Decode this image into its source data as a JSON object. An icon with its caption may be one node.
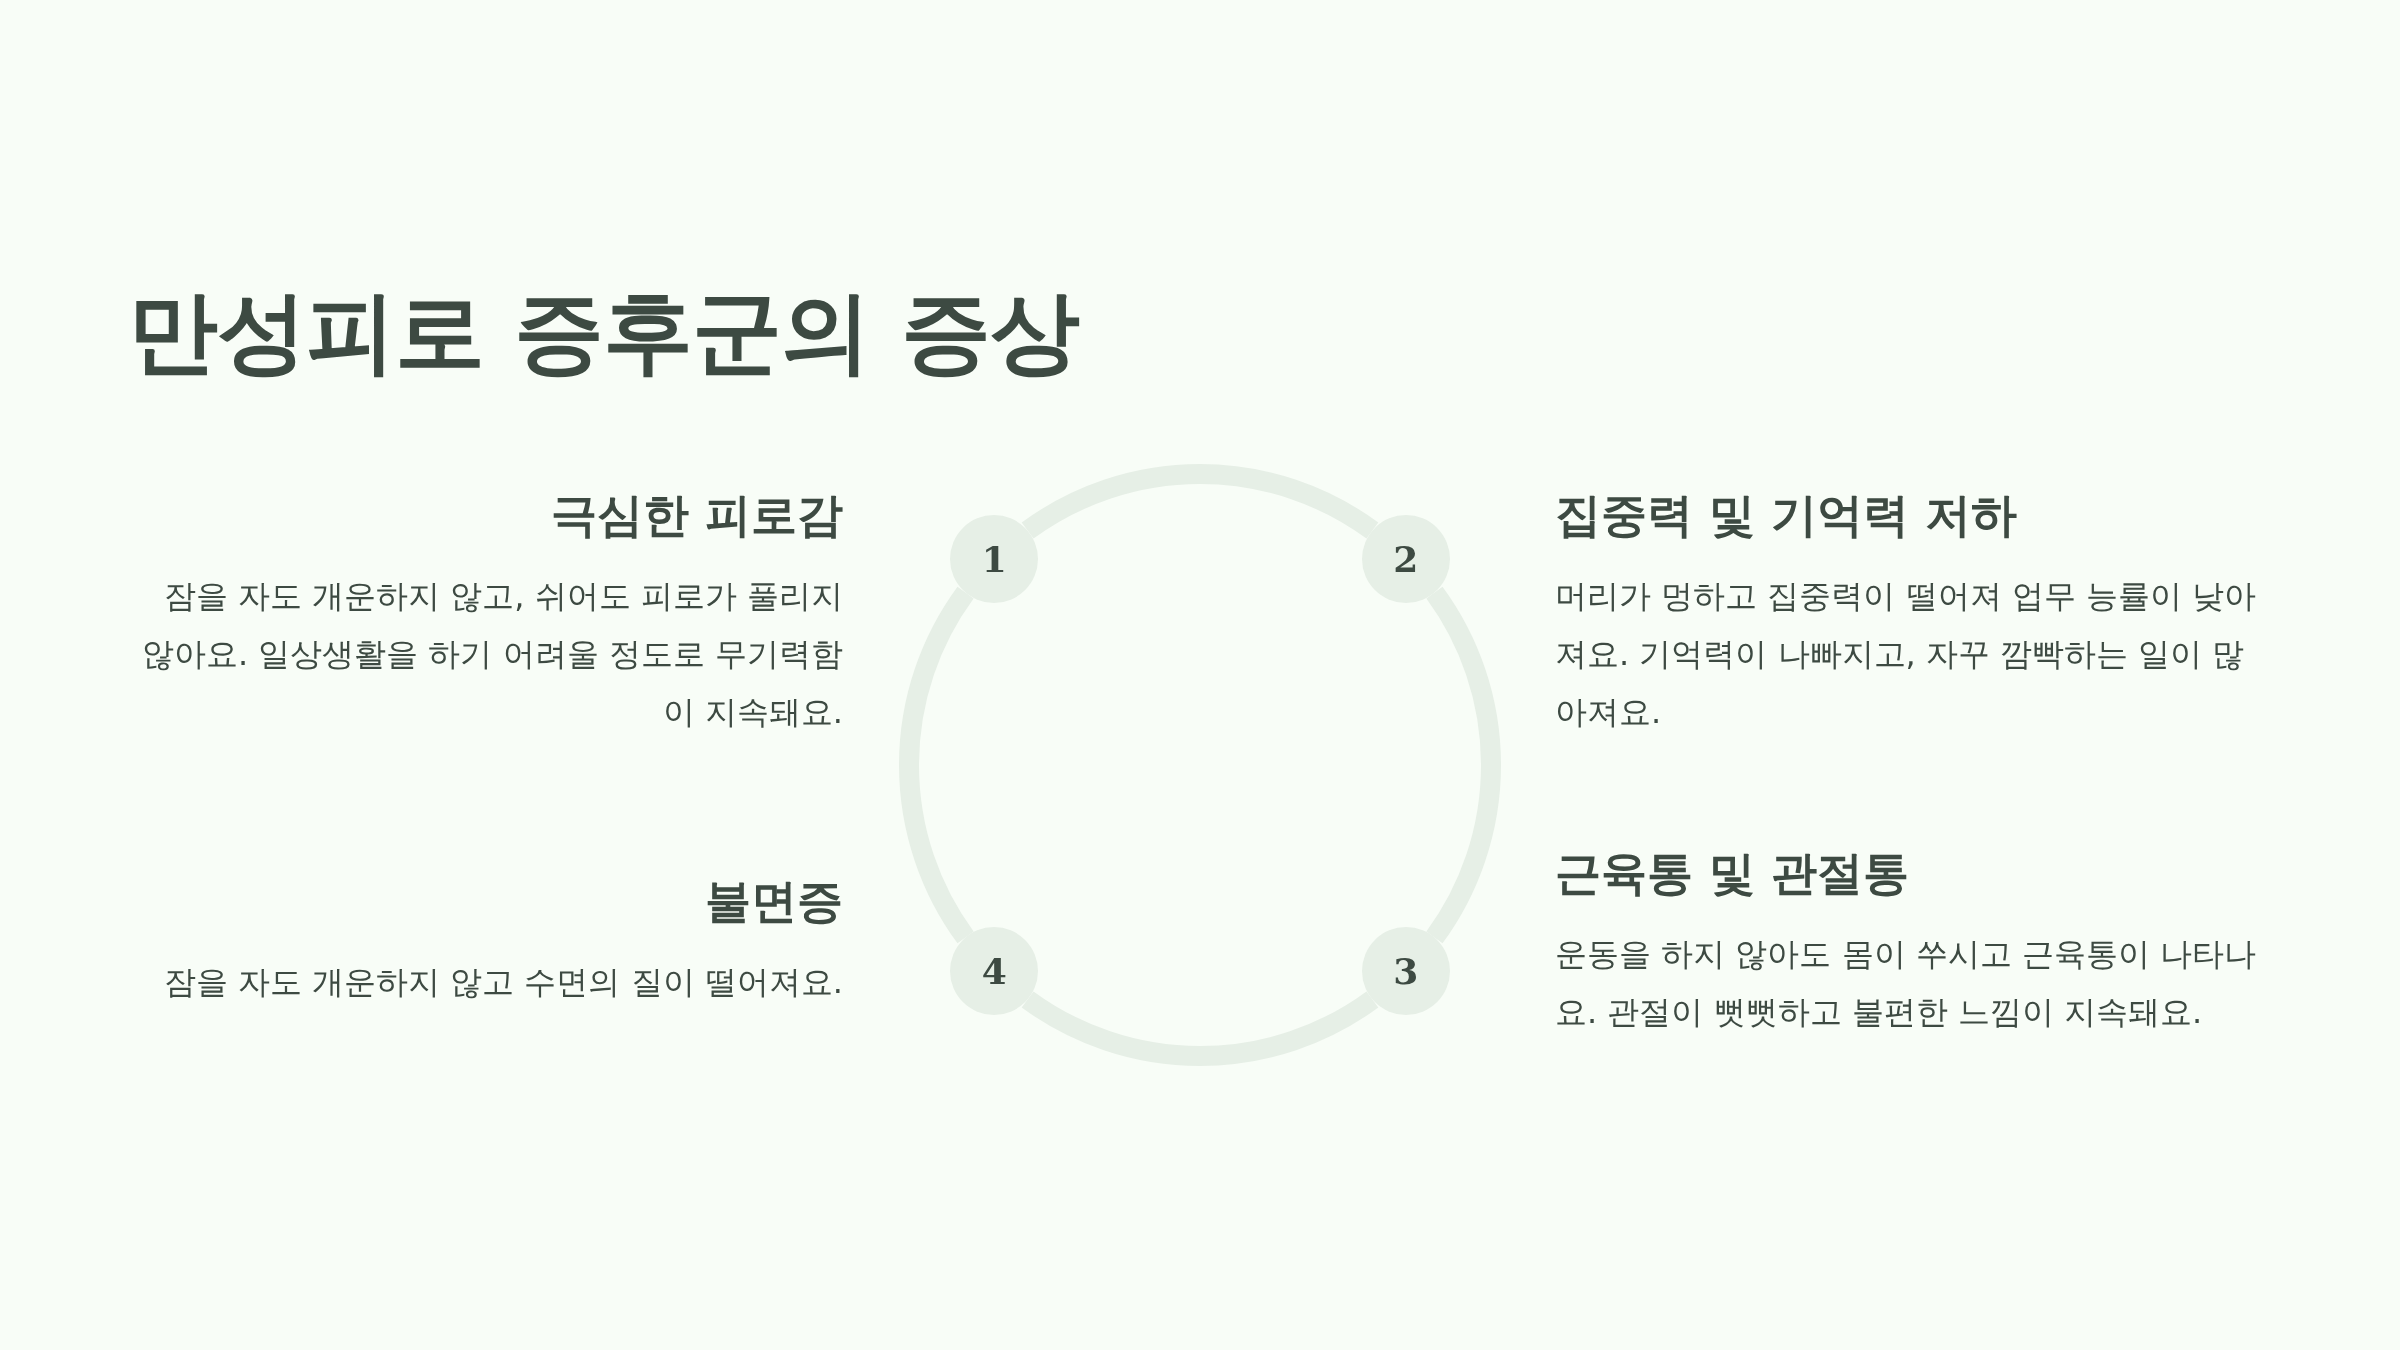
{
  "diagram": {
    "title": "만성피로 증후군의 증상",
    "nodes": [
      {
        "text": [
          "1"
        ],
        "beside": [
          "극심한 피로감",
          "잠을 자도 개운하지 않고, 쉬어도 피로가 풀리지 않아요. 일상생활을 하기 어려울 정도로 무기력함이 지속돼요."
        ]
      },
      {
        "text": [
          "2"
        ],
        "beside": [
          "집중력 및 기억력 저하",
          "머리가 멍하고 집중력이 떨어져 업무 능률이 낮아져요. 기억력이 나빠지고, 자꾸 깜빡하는 일이 많아져요."
        ]
      },
      {
        "text": [
          "3"
        ],
        "beside": [
          "근육통 및 관절통",
          "운동을 하지 않아도 몸이 쑤시고 근육통이 나타나요. 관절이 뻣뻣하고 불편한 느낌이 지속돼요."
        ]
      },
      {
        "text": [
          "4"
        ],
        "beside": [
          "불면증",
          "잠을 자도 개운하지 않고 수면의 질이 떨어져요."
        ]
      }
    ],
    "edges": [
      {
        "from": 0,
        "to": 1,
        "arrow": "none"
      },
      {
        "from": 1,
        "to": 2,
        "arrow": "none"
      },
      {
        "from": 2,
        "to": 3,
        "arrow": "none"
      },
      {
        "from": 3,
        "to": 0,
        "arrow": "none"
      }
    ]
  }
}
